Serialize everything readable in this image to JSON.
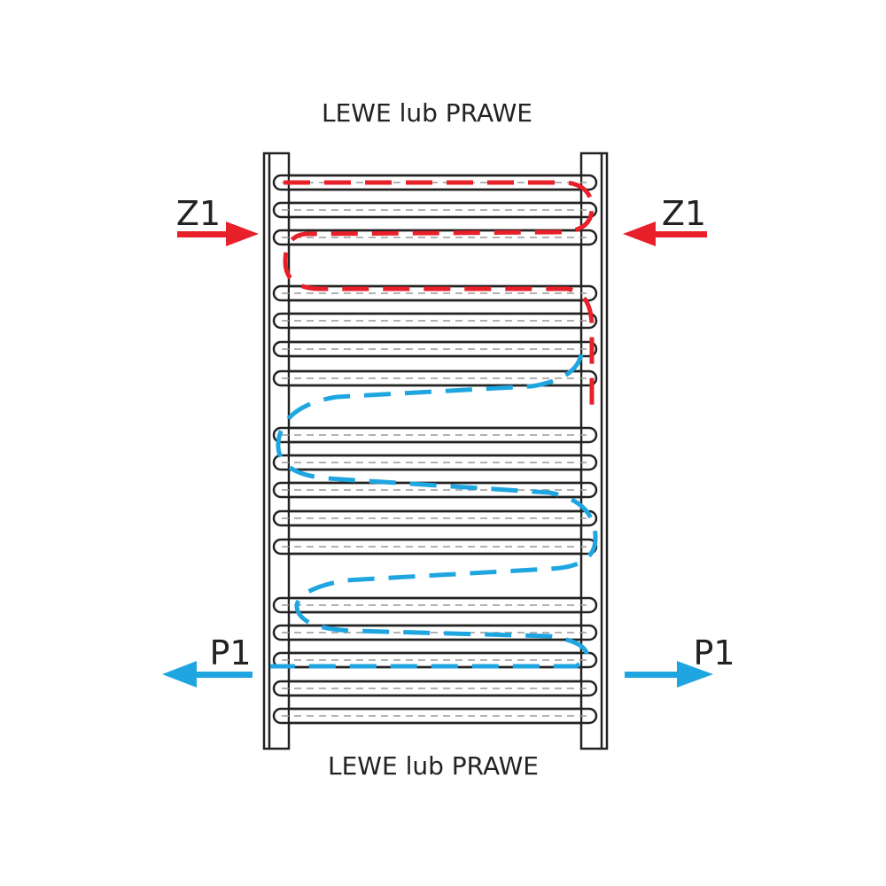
{
  "top_label": "LEWE lub PRAWE",
  "bottom_label": "LEWE lub PRAWE",
  "supply": {
    "label_left": "Z1",
    "label_right": "Z1"
  },
  "return": {
    "label_left": "P1",
    "label_right": "P1"
  },
  "colors": {
    "supply": "#e8202a",
    "return": "#1fa6e0",
    "outline": "#222222"
  },
  "bar_count": 17
}
